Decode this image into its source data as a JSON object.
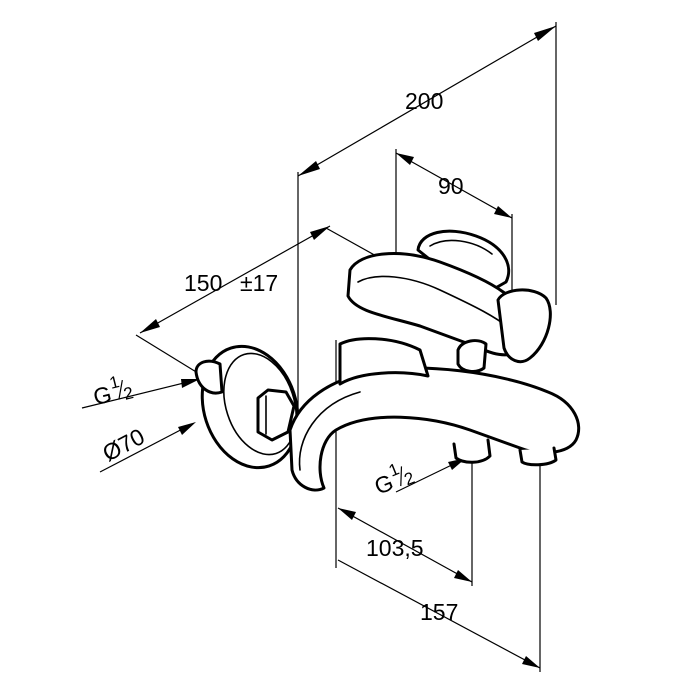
{
  "dimensions": {
    "overall_width": "200",
    "lever_offset": "90",
    "center_distance": "150",
    "center_tolerance": "±17",
    "spout_inlet": "103,5",
    "spout_outlet": "157",
    "escutcheon_diameter": "Ø70"
  },
  "threads": {
    "wall_thread": "G",
    "outlet_thread": "G",
    "fraction_num": "1",
    "fraction_den": "2"
  }
}
